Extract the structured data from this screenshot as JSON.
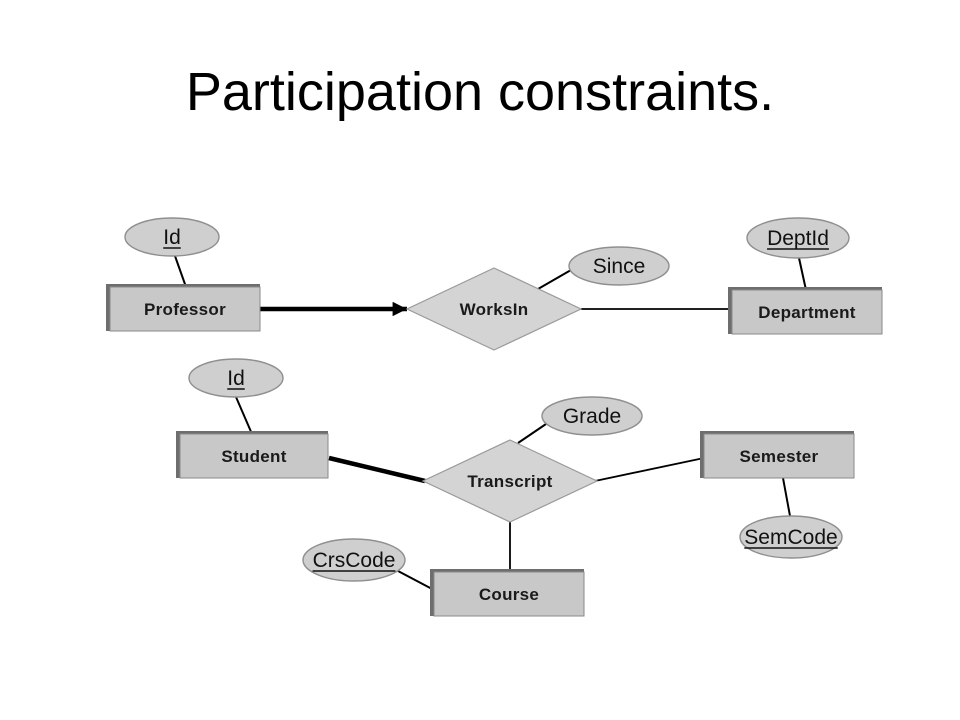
{
  "slide": {
    "title": "Participation constraints."
  },
  "diagram": {
    "entities": [
      {
        "id": "professor",
        "label": "Professor"
      },
      {
        "id": "department",
        "label": "Department"
      },
      {
        "id": "student",
        "label": "Student"
      },
      {
        "id": "semester",
        "label": "Semester"
      },
      {
        "id": "course",
        "label": "Course"
      }
    ],
    "relationships": [
      {
        "id": "worksin",
        "label": "WorksIn"
      },
      {
        "id": "transcript",
        "label": "Transcript"
      }
    ],
    "attributes": [
      {
        "id": "professor-id",
        "label": "Id",
        "key": true,
        "of": "professor"
      },
      {
        "id": "deptid",
        "label": "DeptId",
        "key": true,
        "of": "department"
      },
      {
        "id": "since",
        "label": "Since",
        "key": false,
        "of": "worksin"
      },
      {
        "id": "student-id",
        "label": "Id",
        "key": true,
        "of": "student"
      },
      {
        "id": "grade",
        "label": "Grade",
        "key": false,
        "of": "transcript"
      },
      {
        "id": "semcode",
        "label": "SemCode",
        "key": true,
        "of": "semester"
      },
      {
        "id": "crscode",
        "label": "CrsCode",
        "key": true,
        "of": "course"
      }
    ],
    "connections": [
      {
        "from": "professor",
        "to": "worksin",
        "style": "thick-arrow"
      },
      {
        "from": "worksin",
        "to": "department",
        "style": "thin"
      },
      {
        "from": "student",
        "to": "transcript",
        "style": "thick"
      },
      {
        "from": "transcript",
        "to": "semester",
        "style": "thin"
      },
      {
        "from": "transcript",
        "to": "course",
        "style": "thin"
      }
    ],
    "colors": {
      "entity_fill": "#c8c8c8",
      "entity_shadow": "#6e6e6e",
      "attribute_fill": "#cfcfcf",
      "relationship_fill": "#d4d4d4",
      "line": "#000000"
    }
  }
}
